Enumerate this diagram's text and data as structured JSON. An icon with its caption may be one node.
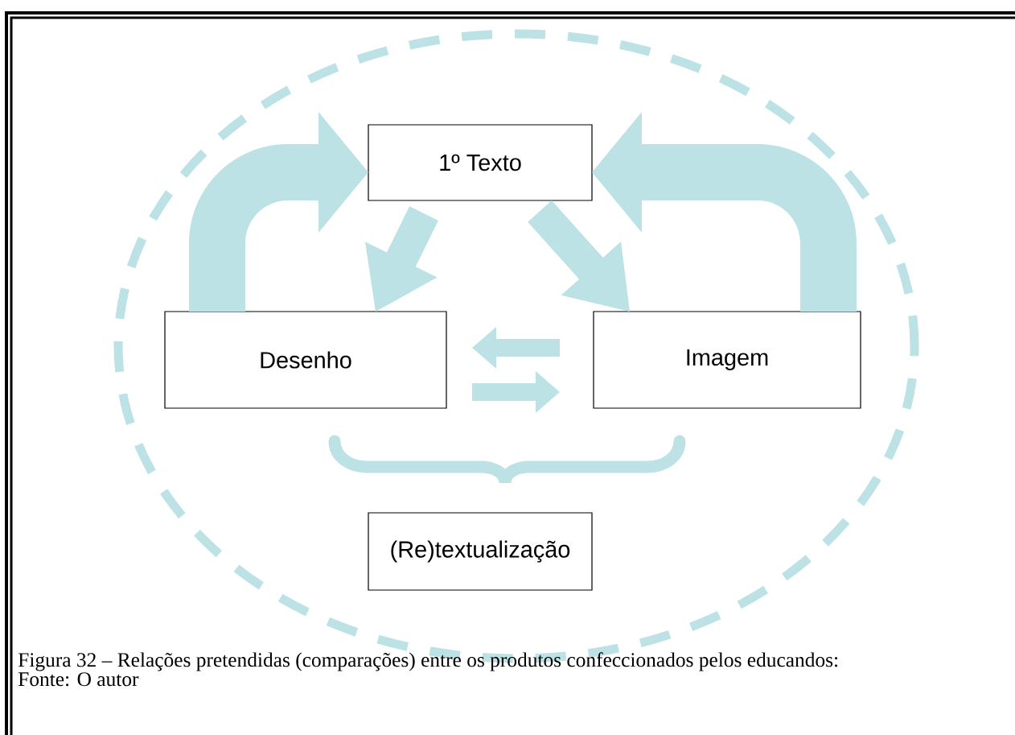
{
  "diagram": {
    "caption": "Figura 32 – Relações pretendidas (comparações) entre os produtos confeccionados pelos educandos:",
    "nodes": [
      {
        "text": [
          "1º Texto"
        ]
      },
      {
        "text": [
          "Desenho"
        ]
      },
      {
        "text": [
          "Imagem"
        ]
      },
      {
        "text": [
          "(Re)textualização"
        ]
      }
    ],
    "edges": [
      {
        "from": 1,
        "to": 0,
        "arrow": "to"
      },
      {
        "from": 0,
        "to": 1,
        "arrow": "to"
      },
      {
        "from": 0,
        "to": 2,
        "arrow": "to"
      },
      {
        "from": 2,
        "to": 0,
        "arrow": "to"
      },
      {
        "from": 2,
        "to": 1,
        "arrow": "to"
      },
      {
        "from": 1,
        "to": 2,
        "arrow": "to"
      }
    ],
    "labels": [
      "Fonte: O autor"
    ]
  }
}
